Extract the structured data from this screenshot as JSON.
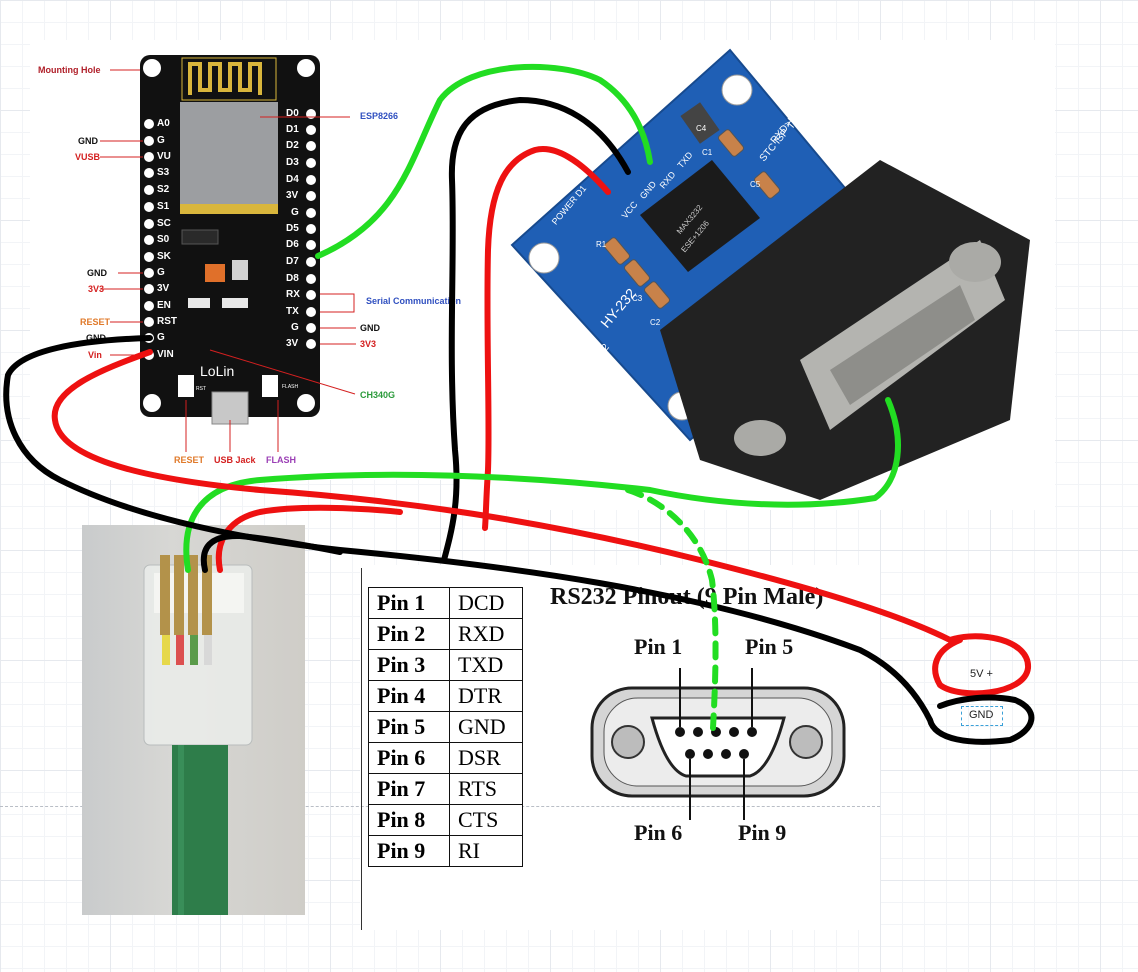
{
  "esp_board": {
    "brand": "LoLin",
    "left_pins": [
      "A0",
      "G",
      "VU",
      "S3",
      "S2",
      "S1",
      "SC",
      "S0",
      "SK",
      "G",
      "3V",
      "EN",
      "RST",
      "G",
      "VIN"
    ],
    "right_pins": [
      "D0",
      "D1",
      "D2",
      "D3",
      "D4",
      "3V",
      "G",
      "D5",
      "D6",
      "D7",
      "D8",
      "RX",
      "TX",
      "G",
      "3V"
    ],
    "labels": {
      "mounting_hole": "Mounting Hole",
      "esp8266": "ESP8266",
      "gnd_1": "GND",
      "vusb": "VUSB",
      "gnd_2": "GND",
      "v3v3_left": "3V3",
      "reset_left": "RESET",
      "gnd_3": "GND",
      "vin": "Vin",
      "serial_comm": "Serial Communication",
      "gnd_right": "GND",
      "v3v3_right": "3V3",
      "ch340g": "CH340G",
      "reset_bottom": "RESET",
      "usb_jack": "USB Jack",
      "flash": "FLASH"
    },
    "silkscreen": {
      "rst": "RST",
      "flash": "FLASH"
    }
  },
  "rs232_module": {
    "silkscreen": [
      "HY-232",
      "POWER D1",
      "MAX3232",
      "ESE+1206",
      "RXD",
      "TXD",
      "GND",
      "VCC",
      "STC ISP",
      "RXD>P30",
      "TXD>P31",
      "C1",
      "C2",
      "C3",
      "C4",
      "C5",
      "R1",
      "U2"
    ]
  },
  "pinout": {
    "title": "RS232 Pinout (9 Pin Male)",
    "rows": [
      {
        "pin": "Pin 1",
        "signal": "DCD"
      },
      {
        "pin": "Pin 2",
        "signal": "RXD"
      },
      {
        "pin": "Pin 3",
        "signal": "TXD"
      },
      {
        "pin": "Pin 4",
        "signal": "DTR"
      },
      {
        "pin": "Pin 5",
        "signal": "GND"
      },
      {
        "pin": "Pin 6",
        "signal": "DSR"
      },
      {
        "pin": "Pin 7",
        "signal": "RTS"
      },
      {
        "pin": "Pin 8",
        "signal": "CTS"
      },
      {
        "pin": "Pin 9",
        "signal": "RI"
      }
    ],
    "connector_labels": {
      "pin1": "Pin 1",
      "pin5": "Pin 5",
      "pin6": "Pin 6",
      "pin9": "Pin 9"
    }
  },
  "power": {
    "plus_label": "5V +",
    "gnd_label": "GND"
  },
  "colors": {
    "board": "#111111",
    "pcb_blue": "#1f5fb5",
    "wire_green": "#22dd22",
    "wire_red": "#ee1111",
    "wire_black": "#000000",
    "cable_green": "#2e7d4a",
    "label_red": "#d42020"
  }
}
